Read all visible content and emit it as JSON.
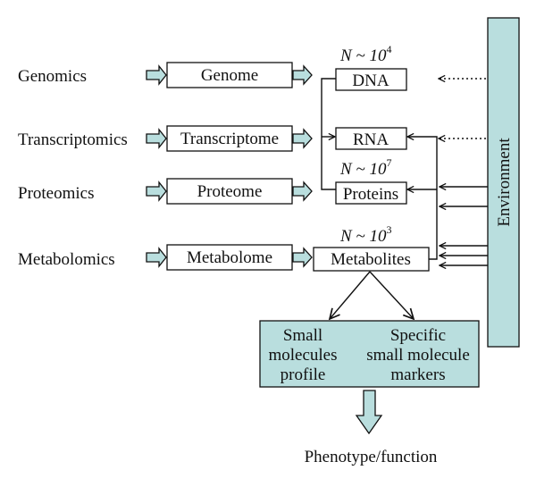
{
  "omics": {
    "genomics": "Genomics",
    "transcriptomics": "Transcriptomics",
    "proteomics": "Proteomics",
    "metabolomics": "Metabolomics"
  },
  "omes": {
    "genome": "Genome",
    "transcriptome": "Transcriptome",
    "proteome": "Proteome",
    "metabolome": "Metabolome"
  },
  "molecules": {
    "dna": "DNA",
    "rna": "RNA",
    "proteins": "Proteins",
    "metabolites": "Metabolites"
  },
  "counts": {
    "dna": {
      "prefix": "N ~ 10",
      "exponent": "4"
    },
    "proteins": {
      "prefix": "N ~ 10",
      "exponent": "7"
    },
    "metabolites": {
      "prefix": "N ~ 10",
      "exponent": "3"
    }
  },
  "environment": "Environment",
  "markers": {
    "left": [
      "Small",
      "molecules",
      "profile"
    ],
    "right": [
      "Specific",
      "small molecule",
      "markers"
    ]
  },
  "outcome": "Phenotype/function",
  "colors": {
    "accent_fill": "#b9dede",
    "stroke": "#111111"
  }
}
